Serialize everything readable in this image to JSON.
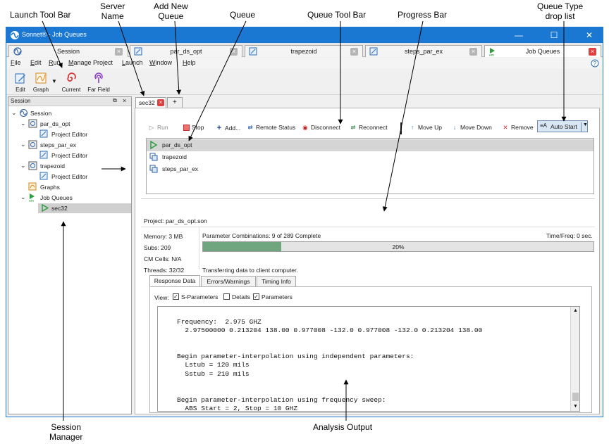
{
  "annotations": {
    "launch_tool_bar": "Launch Tool Bar",
    "server_name": "Server\nName",
    "add_new_queue": "Add New\nQueue",
    "queue": "Queue",
    "queue_tool_bar": "Queue Tool Bar",
    "progress_bar": "Progress Bar",
    "queue_type_drop_list": "Queue Type\ndrop list",
    "session_manager": "Session\nManager",
    "analysis_output": "Analysis Output"
  },
  "window": {
    "title": "Sonnet® - Job Queues",
    "min_glyph": "—",
    "max_glyph": "☐",
    "close_glyph": "✕"
  },
  "doc_tabs": [
    {
      "label": "Session"
    },
    {
      "label": "par_ds_opt"
    },
    {
      "label": "trapezoid"
    },
    {
      "label": "steps_par_ex"
    },
    {
      "label": "Job Queues"
    }
  ],
  "menu": [
    "File",
    "Edit",
    "Run",
    "Manage Project",
    "Launch",
    "Window",
    "Help"
  ],
  "launch_toolbar": [
    {
      "label": "Edit",
      "icon": "edit-icon"
    },
    {
      "label": "Graph",
      "icon": "graph-icon"
    },
    {
      "label": "Current",
      "icon": "current-icon"
    },
    {
      "label": "Far Field",
      "icon": "far-field-icon"
    }
  ],
  "session_panel": {
    "title": "Session",
    "tree": [
      {
        "label": "Session"
      },
      {
        "label": "par_ds_opt"
      },
      {
        "label": "Project Editor"
      },
      {
        "label": "steps_par_ex"
      },
      {
        "label": "Project Editor"
      },
      {
        "label": "trapezoid"
      },
      {
        "label": "Project Editor"
      },
      {
        "label": "Graphs"
      },
      {
        "label": "Job Queues"
      },
      {
        "label": "sec32"
      }
    ]
  },
  "server_tabs": {
    "active": "sec32",
    "add": "+"
  },
  "queue_toolbar": {
    "run": "Run",
    "stop": "Stop",
    "add": "Add...",
    "remote_status": "Remote Status",
    "disconnect": "Disconnect",
    "reconnect": "Reconnect",
    "move_up": "Move Up",
    "move_down": "Move Down",
    "remove": "Remove",
    "auto_start": "Auto Start"
  },
  "queue_list": [
    "par_ds_opt",
    "trapezoid",
    "steps_par_ex"
  ],
  "project": {
    "label": "Project:  par_ds_opt.son",
    "memory": "Memory: 3 MB",
    "subs": "Subs: 209",
    "cm_cells": "CM Cells: N/A",
    "threads": "Threads: 32/32",
    "param_combinations": "Parameter Combinations:  9 of 289 Complete",
    "time_freq": "Time/Freq:  0 sec.",
    "progress_percent": 20,
    "progress_label": "20%",
    "status": "Transferring data to client computer."
  },
  "output_tabs": [
    "Response Data",
    "Errors/Warnings",
    "Timing Info"
  ],
  "view": {
    "label": "View:",
    "options": [
      {
        "label": "S-Parameters",
        "checked": true
      },
      {
        "label": "Details",
        "checked": false
      },
      {
        "label": "Parameters",
        "checked": true
      }
    ]
  },
  "output_text": "Frequency:  2.975 GHZ\n  2.97500000 0.213204 138.00 0.977008 -132.0 0.977008 -132.0 0.213204 138.00\n\n\nBegin parameter-interpolation using independent parameters:\n  Lstub = 120 mils\n  Sstub = 210 mils\n\n\nBegin parameter-interpolation using frequency sweep:\n  ABS Start = 2, Stop = 10 GHZ"
}
